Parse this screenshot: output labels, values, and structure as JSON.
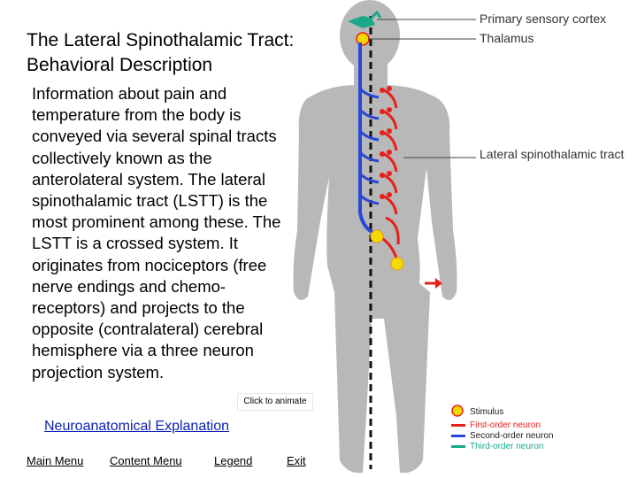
{
  "title": "The Lateral Spinothalamic Tract: Behavioral Description",
  "body_text": "Information about pain and temperature from the body is conveyed via several spinal tracts collectively known as the anterolateral system. The lateral spinothalamic tract (LSTT) is the most prominent among these. The LSTT is a crossed system. It originates from nociceptors (free nerve endings and chemo-receptors) and projects to the opposite (contralateral) cerebral hemisphere via a three neuron projection system.",
  "click_to_animate": "Click to animate",
  "neuro_link": "Neuroanatomical Explanation",
  "nav": {
    "main_menu": "Main Menu",
    "content_menu": "Content Menu",
    "legend": "Legend",
    "exit": "Exit"
  },
  "figure_labels": {
    "primary_sensory_cortex": "Primary sensory cortex",
    "thalamus": "Thalamus",
    "lateral_spinothalamic_tract": "Lateral spinothalamic tract"
  },
  "legend": {
    "stimulus": "Stimulus",
    "first_order": "First-order neuron",
    "second_order": "Second-order neuron",
    "third_order": "Third-order neuron"
  },
  "colors": {
    "first_order": "#e8201c",
    "second_order": "#2a47d8",
    "third_order": "#1aa88a",
    "stimulus": "#f5d800",
    "body": "#b5b5b5",
    "link": "#0b1fb3"
  }
}
